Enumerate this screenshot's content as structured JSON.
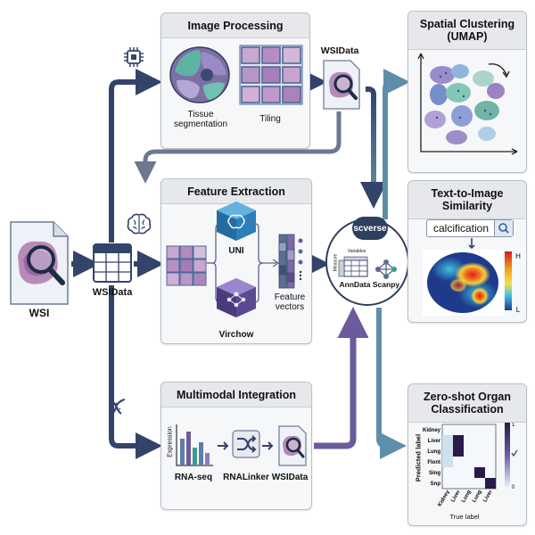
{
  "wsi": {
    "label": "WSI"
  },
  "wsidata": {
    "left_label": "WSIData",
    "top_label": "WSIData"
  },
  "image_processing": {
    "title": "Image Processing",
    "segmentation_label": "Tissue\nsegmentation",
    "tiling_label": "Tiling"
  },
  "feature_extraction": {
    "title": "Feature Extraction",
    "model_1": "UNI",
    "model_2": "Virchow",
    "vectors_label": "Feature\nvectors"
  },
  "multimodal": {
    "title": "Multimodal Integration",
    "expression_axis": "Expression",
    "rnaseq_label": "RNA-seq",
    "rnalinker_label": "RNALinker",
    "wsidata_label": "WSIData"
  },
  "scverse": {
    "label": "scverse",
    "anndata_label": "AnnData",
    "scanpy_label": "Scanpy",
    "variables_label": "Variables",
    "measurements_label": "Measure"
  },
  "spatial_clustering": {
    "title": "Spatial Clustering\n(UMAP)"
  },
  "text_to_image": {
    "title": "Text-to-Image\nSimilarity",
    "query": "calcification",
    "scale_high": "H",
    "scale_low": "L"
  },
  "zero_shot": {
    "title": "Zero-shot Organ\nClassification",
    "y_axis_label": "Predicted label",
    "x_axis_label": "True label",
    "row_labels": [
      "Kidney",
      "Liver",
      "Lung",
      "Flont",
      "Sing",
      "Snp"
    ],
    "col_labels": [
      "Kidney",
      "Liver",
      "Lung",
      "Lung",
      "Liver"
    ],
    "colorbar_max": "1",
    "colorbar_min": "0"
  },
  "icons": [
    "chip-icon",
    "brain-icon",
    "dna-icon",
    "magnifier-icon",
    "search-icon",
    "network-icon",
    "table-icon",
    "document-icon",
    "arrow-icon",
    "shuffle-icon"
  ],
  "colors": {
    "flow_navy": "#33436a",
    "flow_slate": "#6b7890",
    "flow_teal": "#5f8fa8",
    "flow_purple": "#6b5a9c",
    "scverse_dark": "#2f3f5f"
  }
}
